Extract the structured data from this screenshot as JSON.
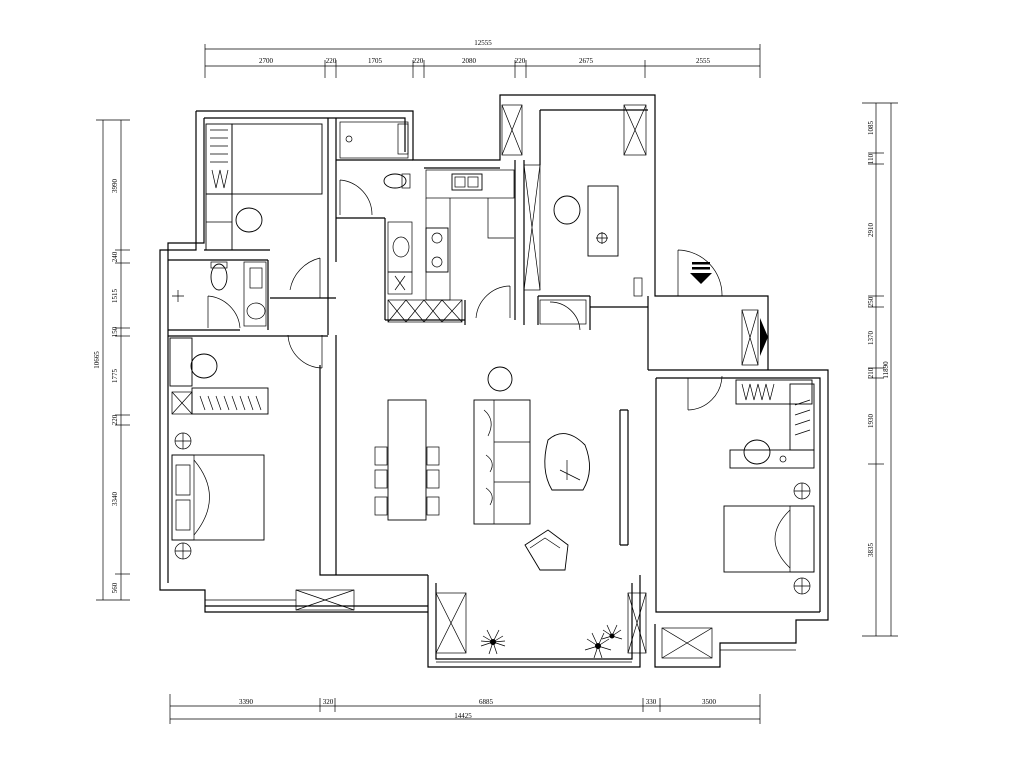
{
  "dimensions": {
    "top_total": "12555",
    "top": [
      "2700",
      "220",
      "1705",
      "220",
      "2080",
      "220",
      "2675",
      "2555"
    ],
    "bottom": [
      "3390",
      "320",
      "6885",
      "330",
      "3500"
    ],
    "bottom_total": "14425",
    "left_total": "10665",
    "left": [
      "3990",
      "240",
      "1515",
      "150",
      "1775",
      "220",
      "3340",
      "560"
    ],
    "right": [
      "1085",
      "110",
      "2910",
      "250",
      "1370",
      "210",
      "1930",
      "3835"
    ],
    "right_total": "11890"
  }
}
